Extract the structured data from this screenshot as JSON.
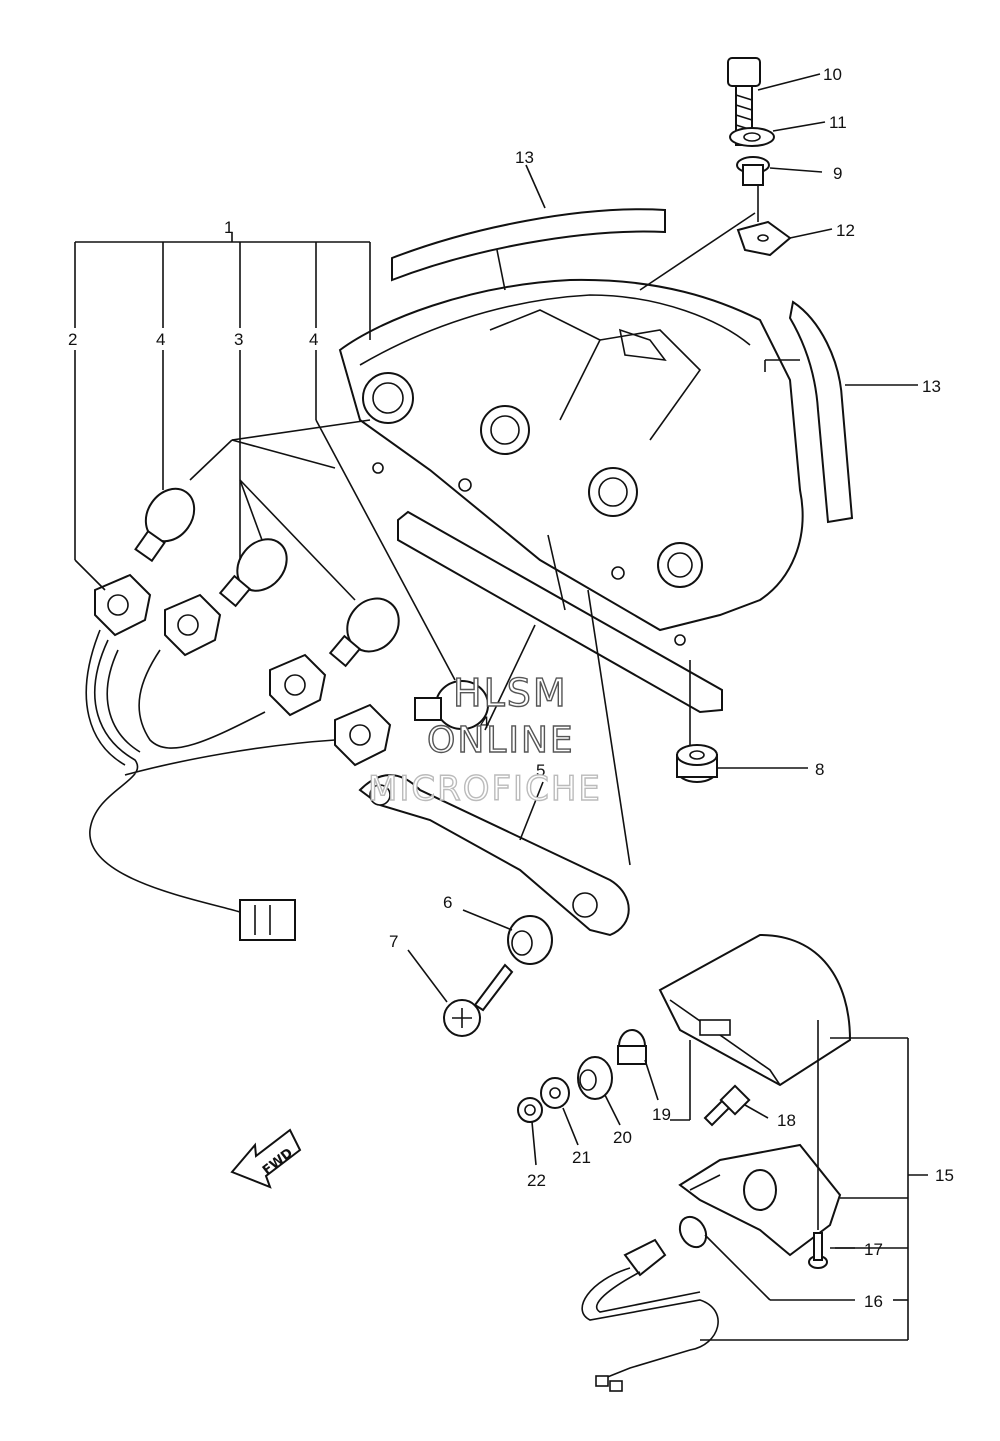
{
  "callouts": {
    "c1": "1",
    "c2": "2",
    "c3": "3",
    "c4a": "4",
    "c4b": "4",
    "c4c": "4",
    "c5": "5",
    "c6": "6",
    "c7": "7",
    "c8": "8",
    "c9": "9",
    "c10": "10",
    "c11": "11",
    "c12": "12",
    "c13a": "13",
    "c13b": "13",
    "c15": "15",
    "c16": "16",
    "c17": "17",
    "c18": "18",
    "c19": "19",
    "c20": "20",
    "c21": "21",
    "c22": "22"
  },
  "watermark": {
    "line1": "HLSM",
    "line2": "ONLINE",
    "line3": "MICROFICHE"
  },
  "fwd_label": "FWD"
}
